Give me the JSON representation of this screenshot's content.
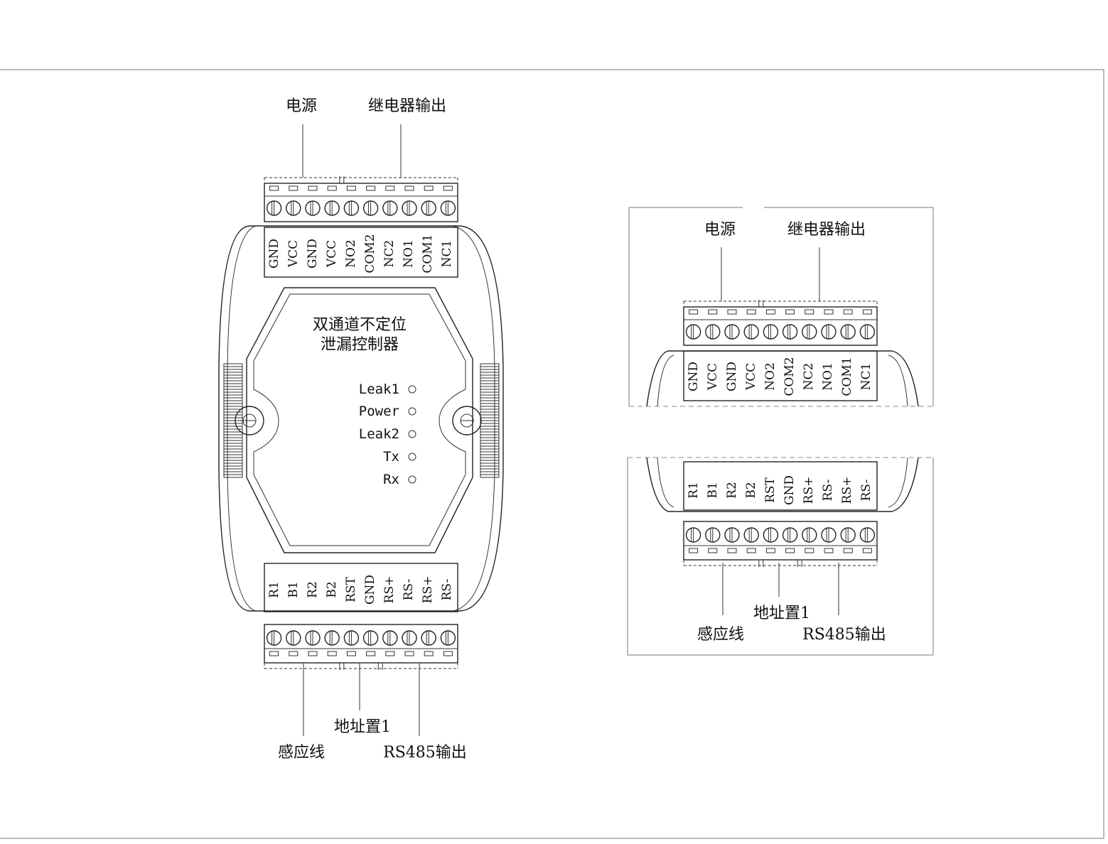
{
  "device": {
    "name_line1": "双通道不定位",
    "name_line2": "泄漏控制器"
  },
  "groups": {
    "power": "电源",
    "relay_output": "继电器输出",
    "sensor_line": "感应线",
    "address": "地址置1",
    "rs485": "RS485输出"
  },
  "top_pins": [
    "GND",
    "VCC",
    "GND",
    "VCC",
    "NO2",
    "COM2",
    "NC2",
    "NO1",
    "COM1",
    "NC1"
  ],
  "bottom_pins": [
    "R1",
    "B1",
    "R2",
    "B2",
    "RST",
    "GND",
    "RS+",
    "RS-",
    "RS+",
    "RS-"
  ],
  "leds": [
    "Leak1",
    "Power",
    "Leak2",
    "Tx",
    "Rx"
  ]
}
